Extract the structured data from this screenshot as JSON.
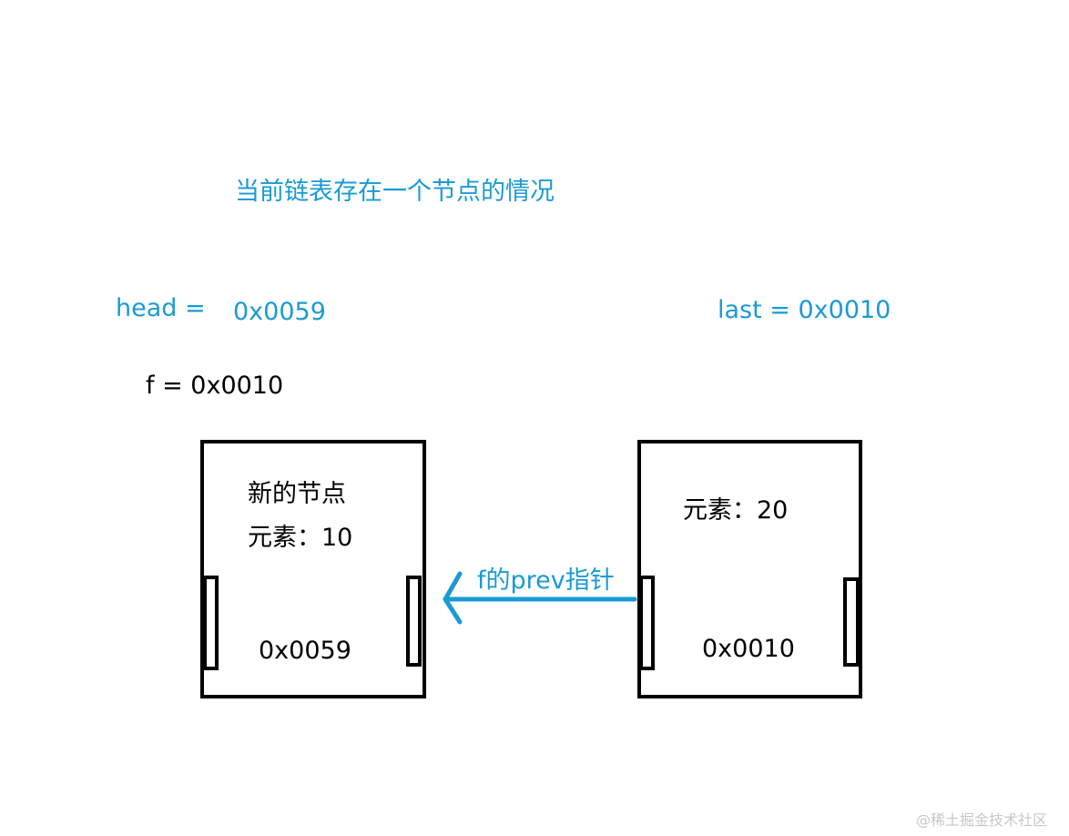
{
  "title": "当前链表存在一个节点的情况",
  "head_label": "head =",
  "head_value": "0x0059",
  "last_label": "last = 0x0010",
  "f_label": "f = 0x0010",
  "new_node": {
    "caption": "新的节点",
    "element": "元素：10",
    "address": "0x0059"
  },
  "old_node": {
    "element": "元素：20",
    "address": "0x0010"
  },
  "arrow_label": "f的prev指针",
  "watermark": "@稀土掘金技术社区",
  "colors": {
    "accent": "#1a9ad6",
    "stroke": "#000000",
    "watermark": "#c7c7c7"
  }
}
